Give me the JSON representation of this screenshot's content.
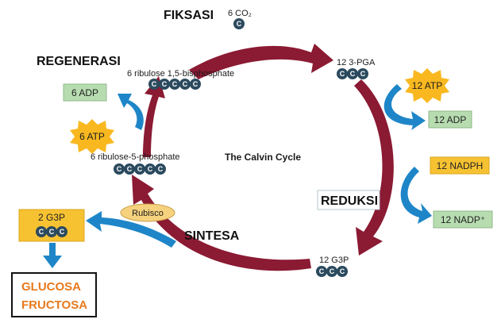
{
  "stages": {
    "fixation": "FIKSASI",
    "regeneration": "REGENERASI",
    "reduction": "REDUKSI",
    "synthesis": "SINTESA"
  },
  "center_title": "The Calvin Cycle",
  "carbon_letter": "C",
  "molecules": {
    "co2": "6 CO₂",
    "pga": "12 3-PGA",
    "g3p_cycle": "12 G3P",
    "rubp": "6 ribulose 1,5-bisphosphate",
    "ru5p": "6 ribulose-5-phosphate",
    "g3p_out": "2 G3P"
  },
  "energy": {
    "atp_in_reduction": "12 ATP",
    "adp_out_reduction": "12 ADP",
    "nadph_in": "12 NADPH",
    "nadp_out": "12 NADP⁺",
    "atp_in_regeneration": "6 ATP",
    "adp_out_regeneration": "6 ADP"
  },
  "enzyme": "Rubisco",
  "products": {
    "line1": "GLUCOSA",
    "line2": "FRUCTOSA"
  },
  "colors": {
    "cycle_arrow": "#8b1a33",
    "blue_arrow": "#1e86c8",
    "carbon_ball": "#2b4a5e",
    "green_box": "#b7dcb0",
    "yellow_box": "#f7c232",
    "star": "#f9b820",
    "rubisco": "#f6d27e",
    "product_text": "#e8791d"
  }
}
